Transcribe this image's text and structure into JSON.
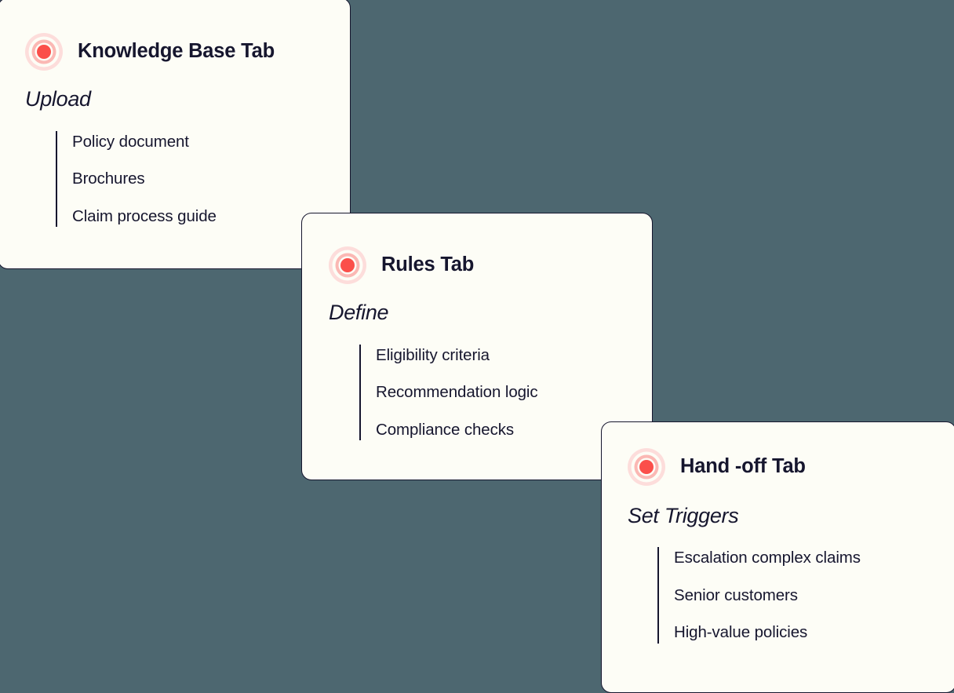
{
  "theme": {
    "background": "#4d6770",
    "card_background": "#fdfdf6",
    "card_border": "#16162e",
    "text": "#16162e",
    "accent_core": "#fb4f4a",
    "accent_ring_mid": "#fbb8b4",
    "accent_ring_outer": "#fddddb"
  },
  "cards": [
    {
      "icon": "target-icon",
      "title": "Knowledge Base Tab",
      "subtitle": "Upload",
      "items": [
        "Policy document",
        "Brochures",
        "Claim process guide"
      ]
    },
    {
      "icon": "target-icon",
      "title": "Rules Tab",
      "subtitle": "Define",
      "items": [
        "Eligibility criteria",
        "Recommendation logic",
        "Compliance checks"
      ]
    },
    {
      "icon": "target-icon",
      "title": "Hand -off Tab",
      "subtitle": "Set Triggers",
      "items": [
        "Escalation complex claims",
        "Senior customers",
        "High-value policies"
      ]
    }
  ]
}
